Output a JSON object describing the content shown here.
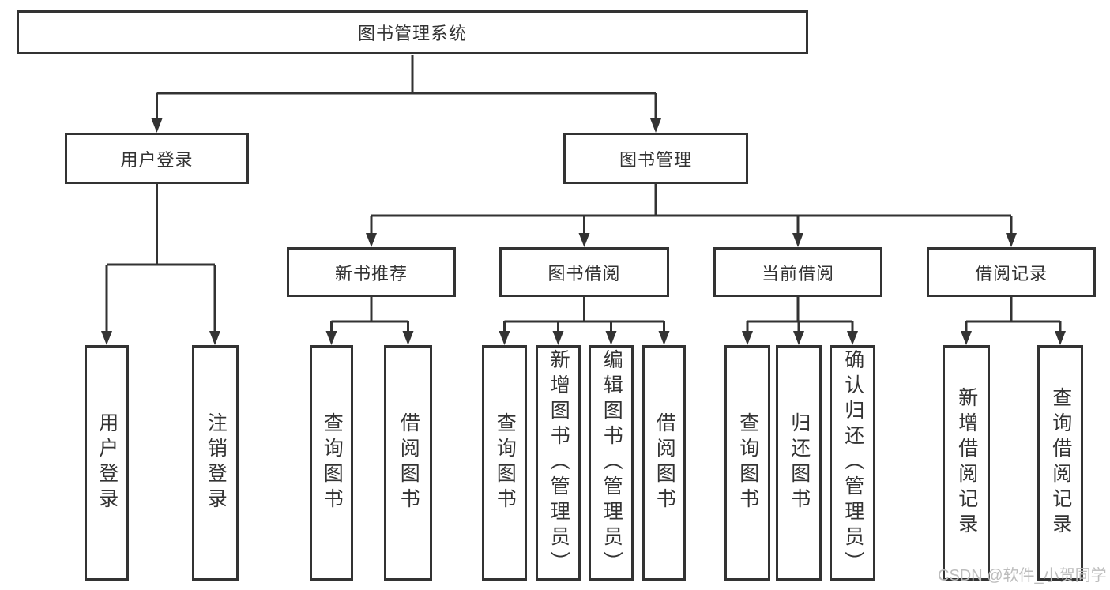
{
  "diagram_title": "图书管理系统",
  "tree": {
    "root": {
      "label": "图书管理系统",
      "children": [
        {
          "label": "用户登录",
          "children": [
            {
              "label": "用户登录"
            },
            {
              "label": "注销登录"
            }
          ]
        },
        {
          "label": "图书管理",
          "children": [
            {
              "label": "新书推荐",
              "children": [
                {
                  "label": "查询图书"
                },
                {
                  "label": "借阅图书"
                }
              ]
            },
            {
              "label": "图书借阅",
              "children": [
                {
                  "label": "查询图书"
                },
                {
                  "label": "新增图书（管理员）"
                },
                {
                  "label": "编辑图书（管理员）"
                },
                {
                  "label": "借阅图书"
                }
              ]
            },
            {
              "label": "当前借阅",
              "children": [
                {
                  "label": "查询图书"
                },
                {
                  "label": "归还图书"
                },
                {
                  "label": "确认归还（管理员）"
                }
              ]
            },
            {
              "label": "借阅记录",
              "children": [
                {
                  "label": "新增借阅记录"
                },
                {
                  "label": "查询借阅记录"
                }
              ]
            }
          ]
        }
      ]
    }
  },
  "watermark": "CSDN @软件_小贺同学",
  "colors": {
    "line": "#333333",
    "box_border": "#333333",
    "box_background": "#ffffff",
    "text": "#333333",
    "watermark": "#bdbdbd"
  }
}
